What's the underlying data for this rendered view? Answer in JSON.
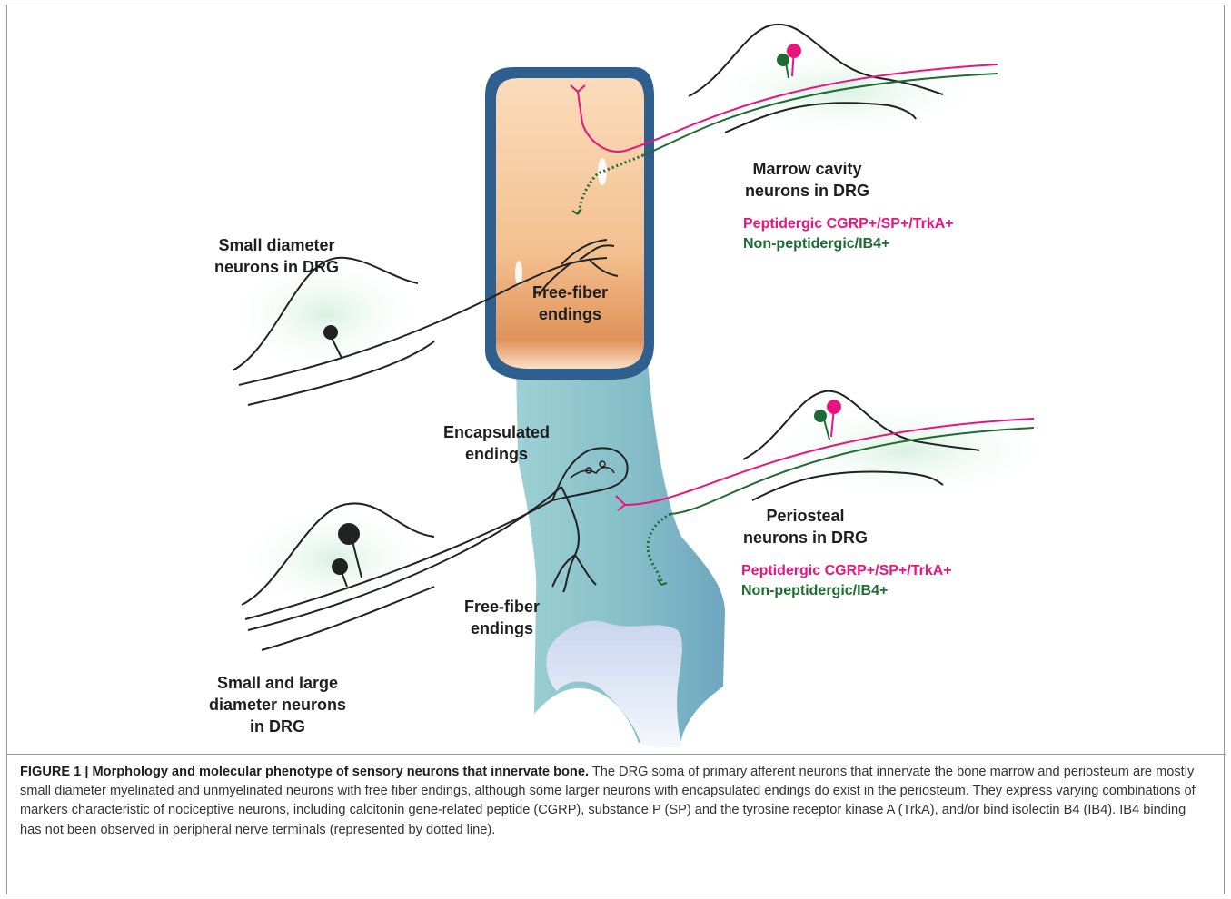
{
  "labels": {
    "small_diameter": [
      "Small diameter",
      "neurons in DRG"
    ],
    "marrow_cavity": [
      "Marrow cavity",
      "neurons in DRG"
    ],
    "free_fiber_top": [
      "Free-fiber",
      "endings"
    ],
    "encapsulated": [
      "Encapsulated",
      "endings"
    ],
    "periosteal": [
      "Periosteal",
      "neurons in DRG"
    ],
    "free_fiber_bottom": [
      "Free-fiber",
      "endings"
    ],
    "small_and_large": [
      "Small and large",
      "diameter neurons",
      "in DRG"
    ]
  },
  "markers": {
    "peptidergic": "Peptidergic CGRP+/SP+/TrkA+",
    "non_peptidergic": "Non-peptidergic/IB4+"
  },
  "colors": {
    "peptidergic": "#e8157f",
    "non_peptidergic": "#1f6b33",
    "bone": "#8fc4cc",
    "marrow": "#f6c79a",
    "cortex": "#2f5f8f",
    "drg_glow": "#e6f6ec"
  },
  "caption": {
    "label": "FIGURE 1 | Morphology and molecular phenotype of sensory neurons that innervate bone.",
    "text": " The DRG soma of primary afferent neurons that innervate the bone marrow and periosteum are mostly small diameter myelinated and unmyelinated neurons with free fiber endings, although some larger neurons with encapsulated endings do exist in the periosteum. They express varying combinations of markers characteristic of nociceptive neurons, including calcitonin gene-related peptide (CGRP), substance P (SP) and the tyrosine receptor kinase A (TrkA), and/or bind isolectin B4 (IB4). IB4 binding has not been observed in peripheral nerve terminals (represented by dotted line)."
  }
}
